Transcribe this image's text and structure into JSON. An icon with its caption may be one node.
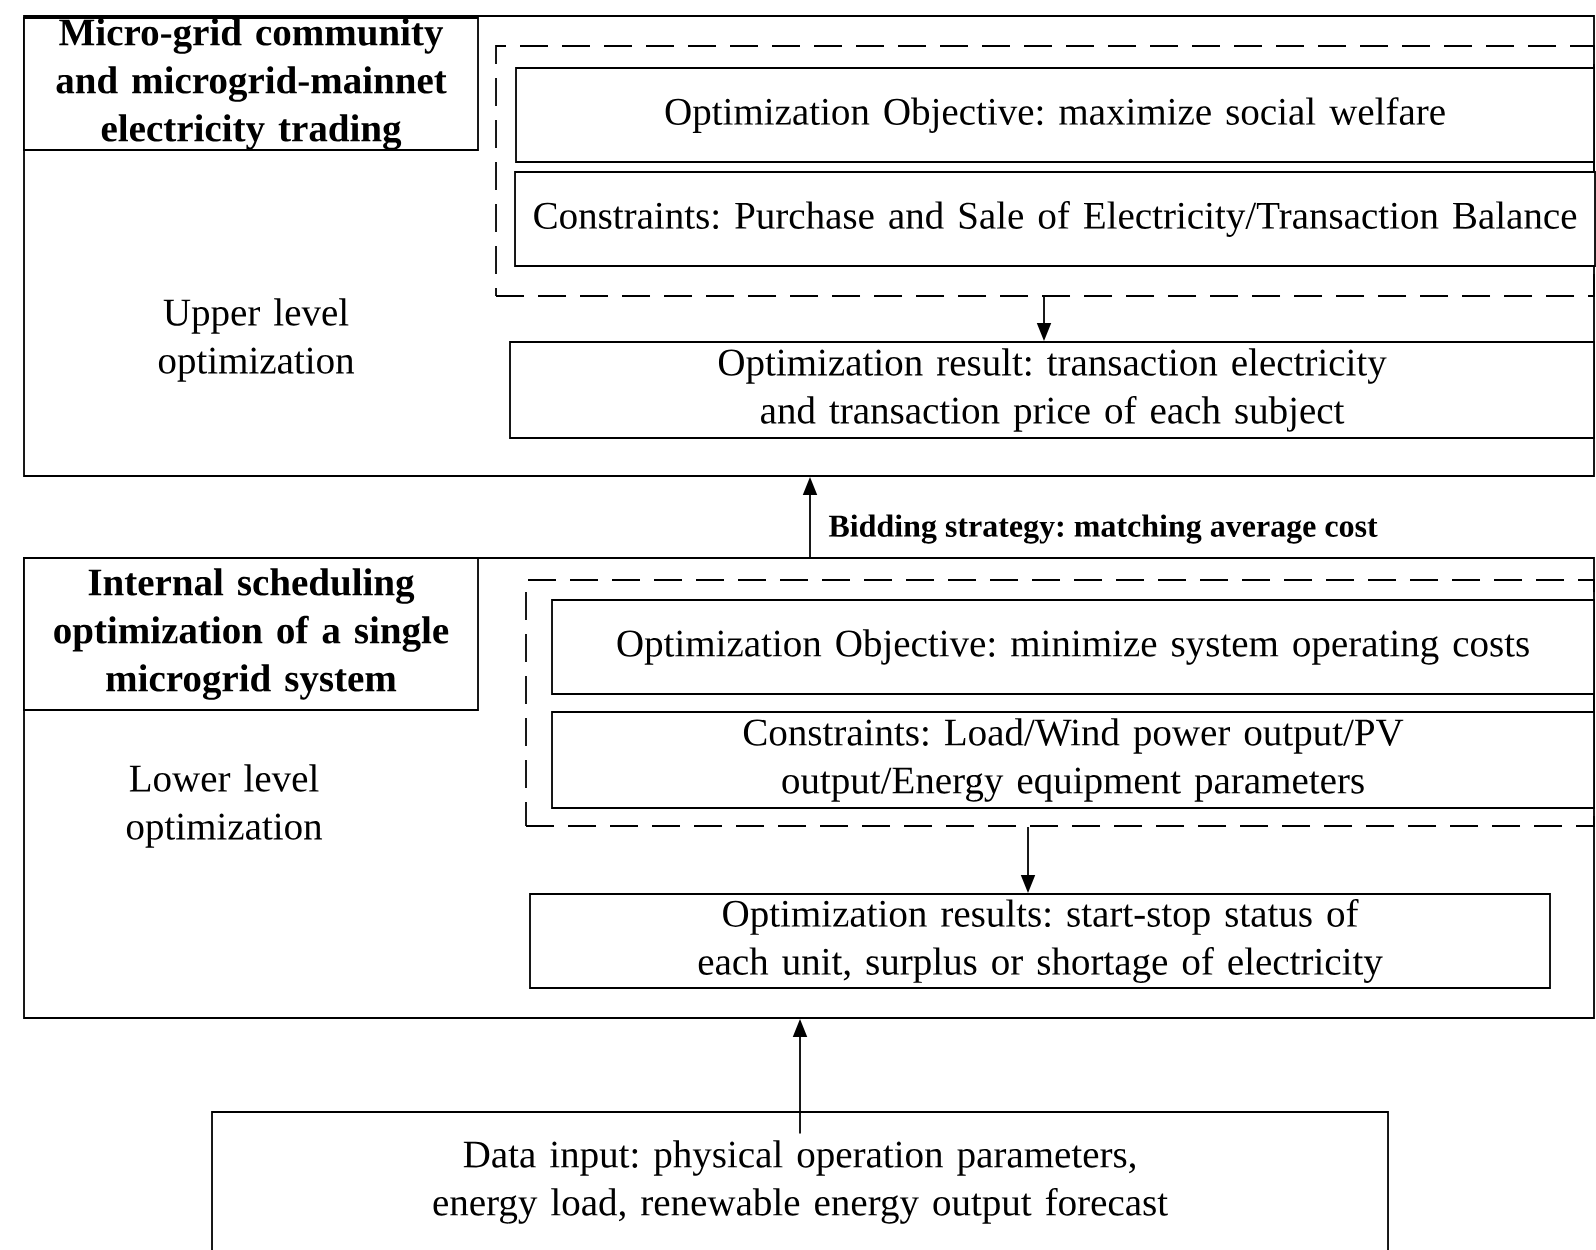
{
  "diagram": {
    "nodes": [
      {
        "text": [
          "Upper level optimization"
        ]
      },
      {
        "text": [
          "Micro-grid community and microgrid-mainnet electricity trading"
        ],
        "in": 0
      },
      {
        "text": [],
        "shape": "box",
        "in": 0
      },
      {
        "text": [
          "Optimization Objective: maximize social welfare"
        ],
        "in": 2
      },
      {
        "text": [
          "Constraints: Purchase and Sale of Electricity/Transaction Balance"
        ],
        "in": 2
      },
      {
        "text": [
          "Optimization result: transaction electricity and transaction price of each subject"
        ],
        "in": 0
      },
      {
        "text": [
          "Lower level optimization"
        ]
      },
      {
        "text": [
          "Internal scheduling optimization of a single microgrid system"
        ],
        "in": 6
      },
      {
        "text": [],
        "shape": "box",
        "in": 6
      },
      {
        "text": [
          "Optimization Objective: minimize system operating costs"
        ],
        "in": 8
      },
      {
        "text": [
          "Constraints: Load/Wind power output/PV output/Energy equipment parameters"
        ],
        "in": 8
      },
      {
        "text": [
          "Optimization results: start-stop status of each unit, surplus or shortage of electricity"
        ],
        "in": 6
      },
      {
        "text": [
          "Data input: physical operation parameters, energy load, renewable energy output forecast"
        ]
      }
    ],
    "edges": [
      {
        "from": 2,
        "to": 5,
        "arrow": "to"
      },
      {
        "from": 6,
        "to": 0,
        "arrow": "to",
        "label": "Bidding strategy: matching average cost"
      },
      {
        "from": 8,
        "to": 11,
        "arrow": "to"
      },
      {
        "from": 12,
        "to": 6,
        "arrow": "to"
      }
    ]
  }
}
